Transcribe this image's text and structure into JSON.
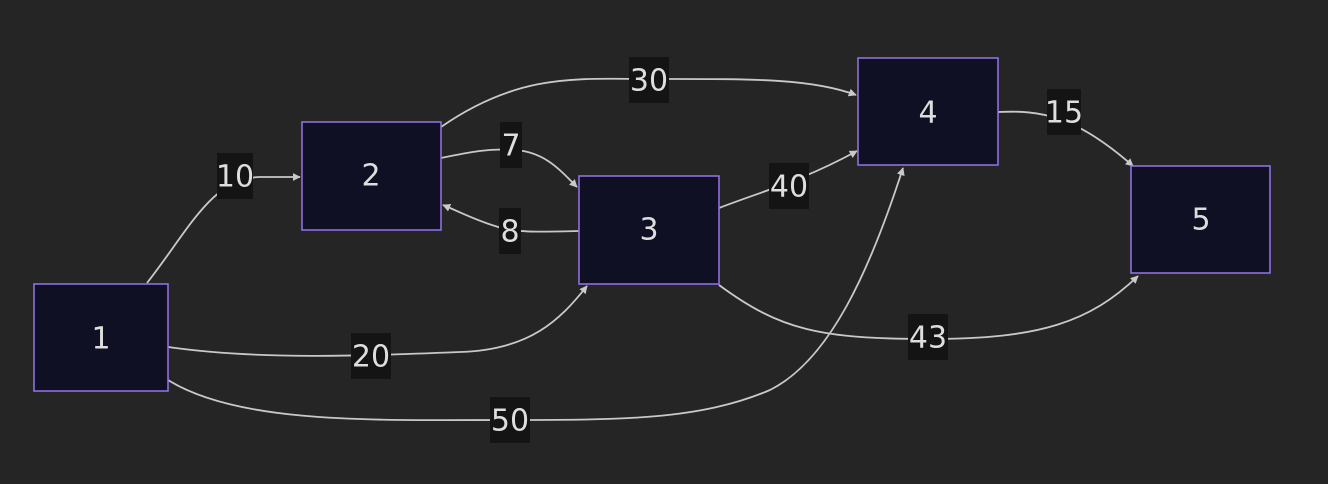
{
  "colors": {
    "background": "#252525",
    "node_fill": "#0f1023",
    "node_border": "#8f6fe0",
    "edge": "#c9c9c9",
    "edge_label_bg": "#141414",
    "text": "#dedede"
  },
  "nodes": [
    {
      "id": "1",
      "label": "1"
    },
    {
      "id": "2",
      "label": "2"
    },
    {
      "id": "3",
      "label": "3"
    },
    {
      "id": "4",
      "label": "4"
    },
    {
      "id": "5",
      "label": "5"
    }
  ],
  "edges": [
    {
      "from": "1",
      "to": "2",
      "label": "10"
    },
    {
      "from": "1",
      "to": "3",
      "label": "20"
    },
    {
      "from": "1",
      "to": "4",
      "label": "50"
    },
    {
      "from": "2",
      "to": "3",
      "label": "7"
    },
    {
      "from": "2",
      "to": "4",
      "label": "30"
    },
    {
      "from": "3",
      "to": "2",
      "label": "8"
    },
    {
      "from": "3",
      "to": "4",
      "label": "40"
    },
    {
      "from": "3",
      "to": "5",
      "label": "43"
    },
    {
      "from": "4",
      "to": "5",
      "label": "15"
    }
  ]
}
